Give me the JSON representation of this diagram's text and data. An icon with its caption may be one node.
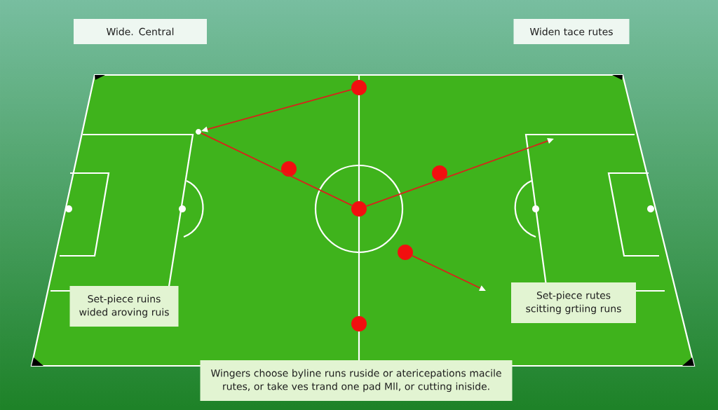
{
  "diagram": {
    "nodes": [
      {
        "text": [
          "Wide. Central"
        ]
      },
      {
        "text": [
          "Widen tace rutes"
        ]
      },
      {
        "text": [
          "Set-piece ruins wided aroving ruis"
        ]
      },
      {
        "text": [
          "Set-piece rutes scitting grtiing runs"
        ]
      },
      {
        "text": [
          "Wingers choose byline runs ruside or atericepations macile rutes, or take ves trand one pad Mll, or cutting iniside."
        ]
      },
      {
        "text": [],
        "shape": "circle"
      },
      {
        "text": [],
        "shape": "circle"
      },
      {
        "text": [],
        "shape": "circle"
      },
      {
        "text": [],
        "shape": "circle"
      },
      {
        "text": [],
        "shape": "circle"
      },
      {
        "text": [],
        "shape": "circle"
      },
      {
        "text": [],
        "shape": "circle"
      }
    ],
    "edges": [
      {
        "from": 5,
        "to": 11,
        "arrow": "to"
      },
      {
        "from": 11,
        "to": 8,
        "arrow": "none"
      },
      {
        "from": 8,
        "to": null,
        "arrow": "to"
      },
      {
        "from": 9,
        "to": null,
        "arrow": "to"
      }
    ]
  }
}
